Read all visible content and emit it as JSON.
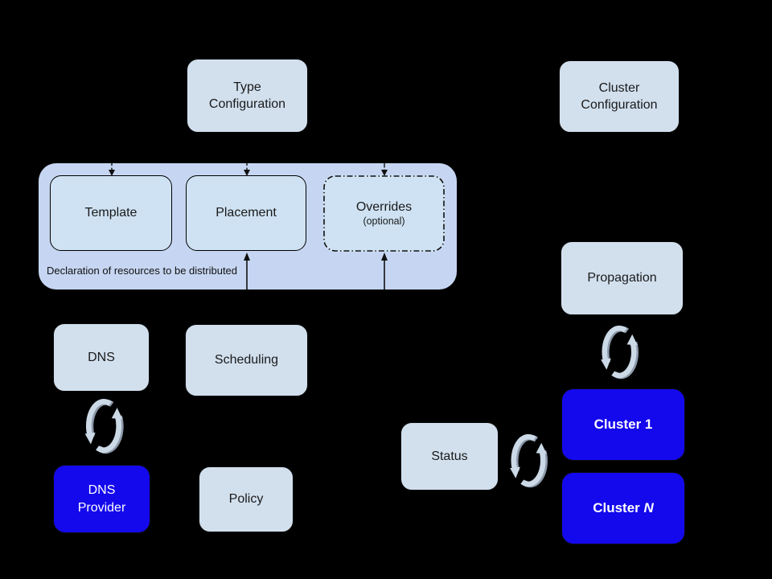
{
  "diagram": {
    "type_configuration": {
      "label": "Type\nConfiguration"
    },
    "cluster_configuration": {
      "label": "Cluster\nConfiguration"
    },
    "declaration_group": {
      "caption": "Declaration of resources to be distributed",
      "template": {
        "label": "Template"
      },
      "placement": {
        "label": "Placement"
      },
      "overrides": {
        "label": "Overrides",
        "sublabel": "(optional)"
      }
    },
    "dns": {
      "label": "DNS"
    },
    "scheduling": {
      "label": "Scheduling"
    },
    "dns_provider": {
      "label": "DNS\nProvider"
    },
    "policy": {
      "label": "Policy"
    },
    "status": {
      "label": "Status"
    },
    "propagation": {
      "label": "Propagation"
    },
    "cluster_1": {
      "label": "Cluster 1"
    },
    "cluster_n": {
      "label_prefix": "Cluster ",
      "label_suffix_italic": "N"
    },
    "icons": {
      "sync": "sync-arrows-icon"
    }
  },
  "colors": {
    "canvas_bg": "#000000",
    "container_fill": "#c6d6f2",
    "node_inner": "#cfe2f3",
    "node_light": "#d2e0ee",
    "node_blue": "#1408ec",
    "sync_light": "#ccd9e6",
    "sync_shade": "#8d9aab",
    "line_black": "#111111"
  }
}
